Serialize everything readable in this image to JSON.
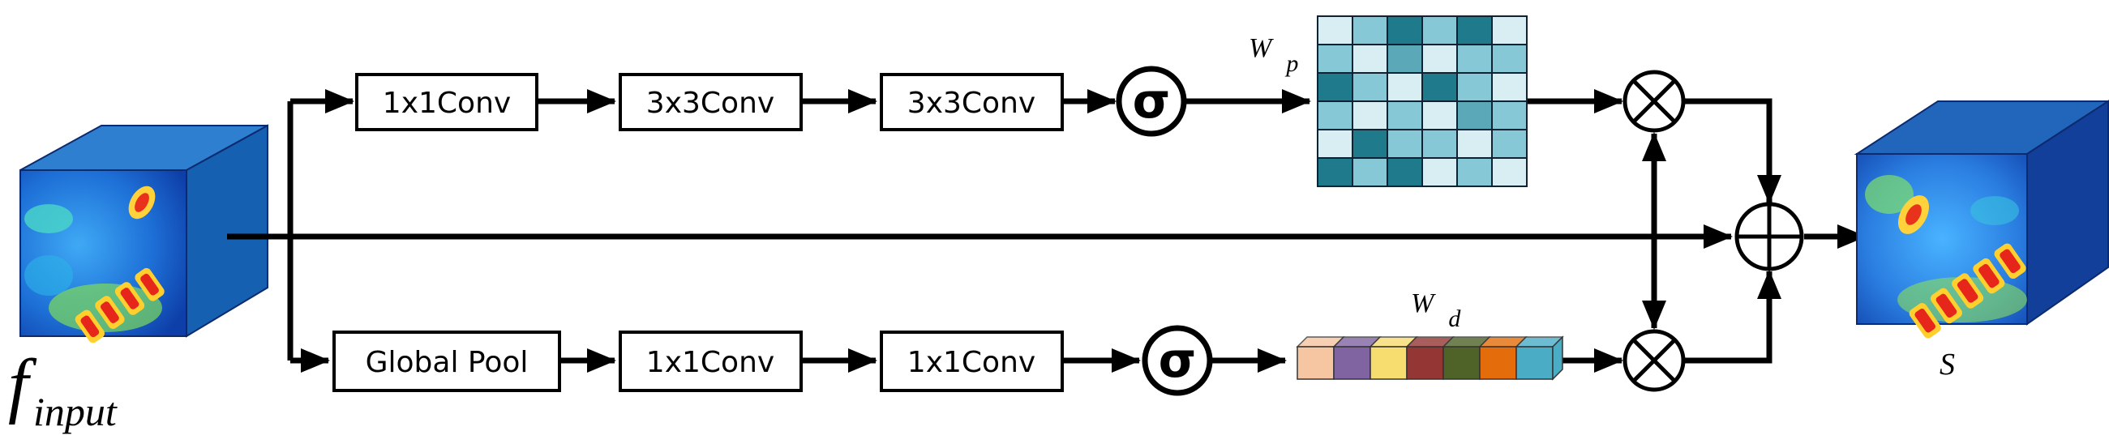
{
  "diagram": {
    "input_label_main": "f",
    "input_label_sub": "input",
    "output_label": "S",
    "top_branch": [
      "1x1Conv",
      "3x3Conv",
      "3x3Conv"
    ],
    "bottom_branch": [
      "Global Pool",
      "1x1Conv",
      "1x1Conv"
    ],
    "sigma_symbol": "σ",
    "wp_label_main": "W",
    "wp_label_sub": "p",
    "wd_label_main": "W",
    "wd_label_sub": "d",
    "multiply_symbol": "⊗",
    "add_symbol": "⊕"
  },
  "colors": {
    "line": "#000000",
    "cube_side": "#1560b0",
    "cube_top": "#2e7fcf",
    "wp_cells": [
      "#1f7a8c",
      "#87c8d6",
      "#d9eef3",
      "#5aa8b8"
    ],
    "wd_cells": [
      "#f6c5a1",
      "#8064a2",
      "#f7dc6f",
      "#943634",
      "#4f6228",
      "#e46c0a",
      "#4bacc6"
    ]
  }
}
